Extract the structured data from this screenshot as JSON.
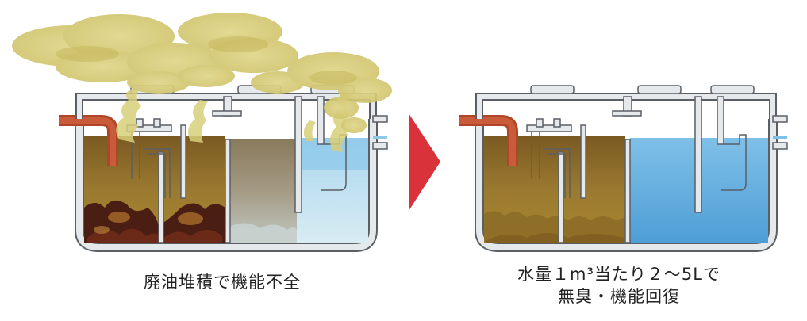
{
  "before": {
    "caption": "廃油堆積で機能不全"
  },
  "after": {
    "caption_line1": "水量１m³当たり２～5Lで",
    "caption_line2": "無臭・機能回復"
  },
  "colors": {
    "tank_wall": "#d9dde0",
    "tank_outline": "#5a5f66",
    "inlet_pipe": "#b0452a",
    "sludge_brown": "#8a6a2a",
    "dark_sludge": "#4a1e12",
    "clear_water": "#6fb3e0",
    "odor_cloud": "#d8cf7a",
    "arrow_red": "#d9323a"
  },
  "icons": {
    "arrow": "right-triangle-arrow"
  }
}
